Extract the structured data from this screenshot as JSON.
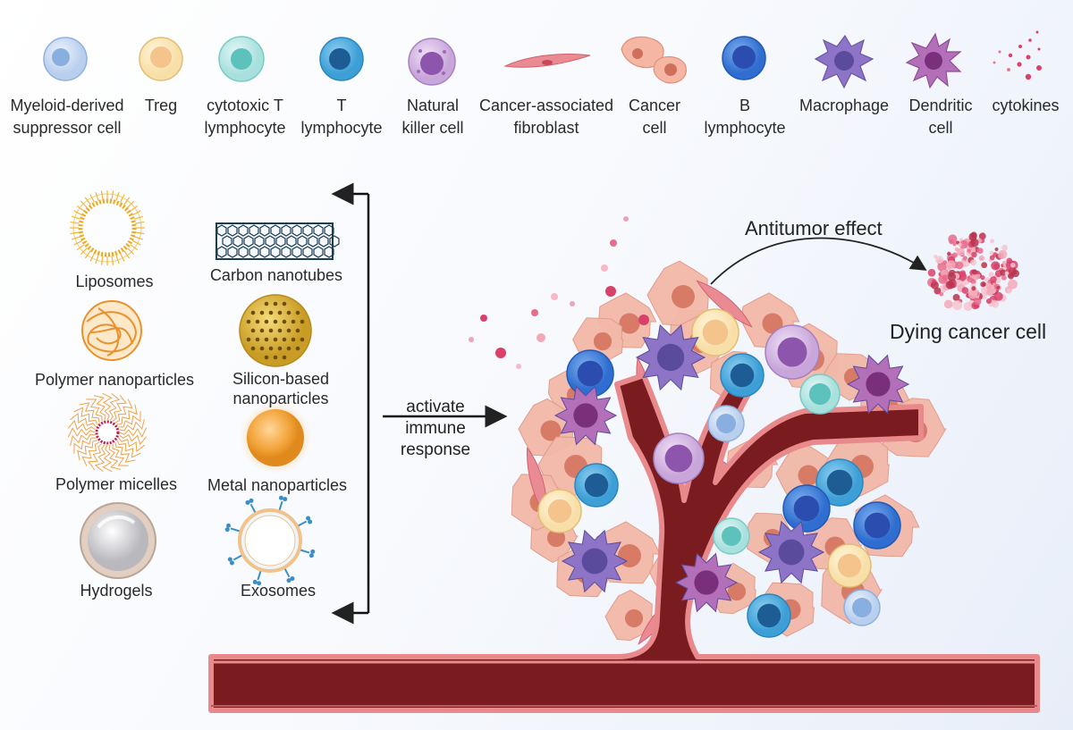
{
  "legend": {
    "items": [
      {
        "id": "mdsc",
        "label": "Myeloid-derived\nsuppressor cell"
      },
      {
        "id": "treg",
        "label": "Treg"
      },
      {
        "id": "ctl",
        "label": "cytotoxic T\nlymphocyte"
      },
      {
        "id": "tcell",
        "label": "T\nlymphocyte"
      },
      {
        "id": "nk",
        "label": "Natural\nkiller cell"
      },
      {
        "id": "caf",
        "label": "Cancer-associated\nfibroblast"
      },
      {
        "id": "cancer",
        "label": "Cancer\ncell"
      },
      {
        "id": "bcell",
        "label": "B\nlymphocyte"
      },
      {
        "id": "macrophage",
        "label": "Macrophage"
      },
      {
        "id": "dendritic",
        "label": "Dendritic\ncell"
      },
      {
        "id": "cytokines",
        "label": "cytokines"
      }
    ]
  },
  "nanomaterials": {
    "left": [
      {
        "id": "liposomes",
        "label": "Liposomes"
      },
      {
        "id": "polymer-nanoparticles",
        "label": "Polymer nanoparticles"
      },
      {
        "id": "polymer-micelles",
        "label": "Polymer micelles"
      },
      {
        "id": "hydrogels",
        "label": "Hydrogels"
      }
    ],
    "right": [
      {
        "id": "carbon-nanotubes",
        "label": "Carbon nanotubes"
      },
      {
        "id": "silicon-nanoparticles",
        "label": "Silicon-based\nnanoparticles"
      },
      {
        "id": "metal-nanoparticles",
        "label": "Metal nanoparticles"
      },
      {
        "id": "exosomes",
        "label": "Exosomes"
      }
    ]
  },
  "flow": {
    "activate": "activate\nimmune response",
    "antitumor": "Antitumor effect",
    "dying": "Dying cancer cell"
  },
  "colors": {
    "vessel": "#7a1c1f",
    "vessel_edge": "#e8898c",
    "cancer": "#f2b8a8",
    "macrophage": "#8d72c2",
    "dendritic": "#b26cb5",
    "tcell": "#3a9bd3",
    "bcell": "#2f6ed0",
    "treg": "#f6d79b",
    "ctl": "#8ed6d3",
    "mdsc": "#a9c3e8",
    "nk": "#c8a3d8",
    "cytokine": "#d9416a"
  }
}
